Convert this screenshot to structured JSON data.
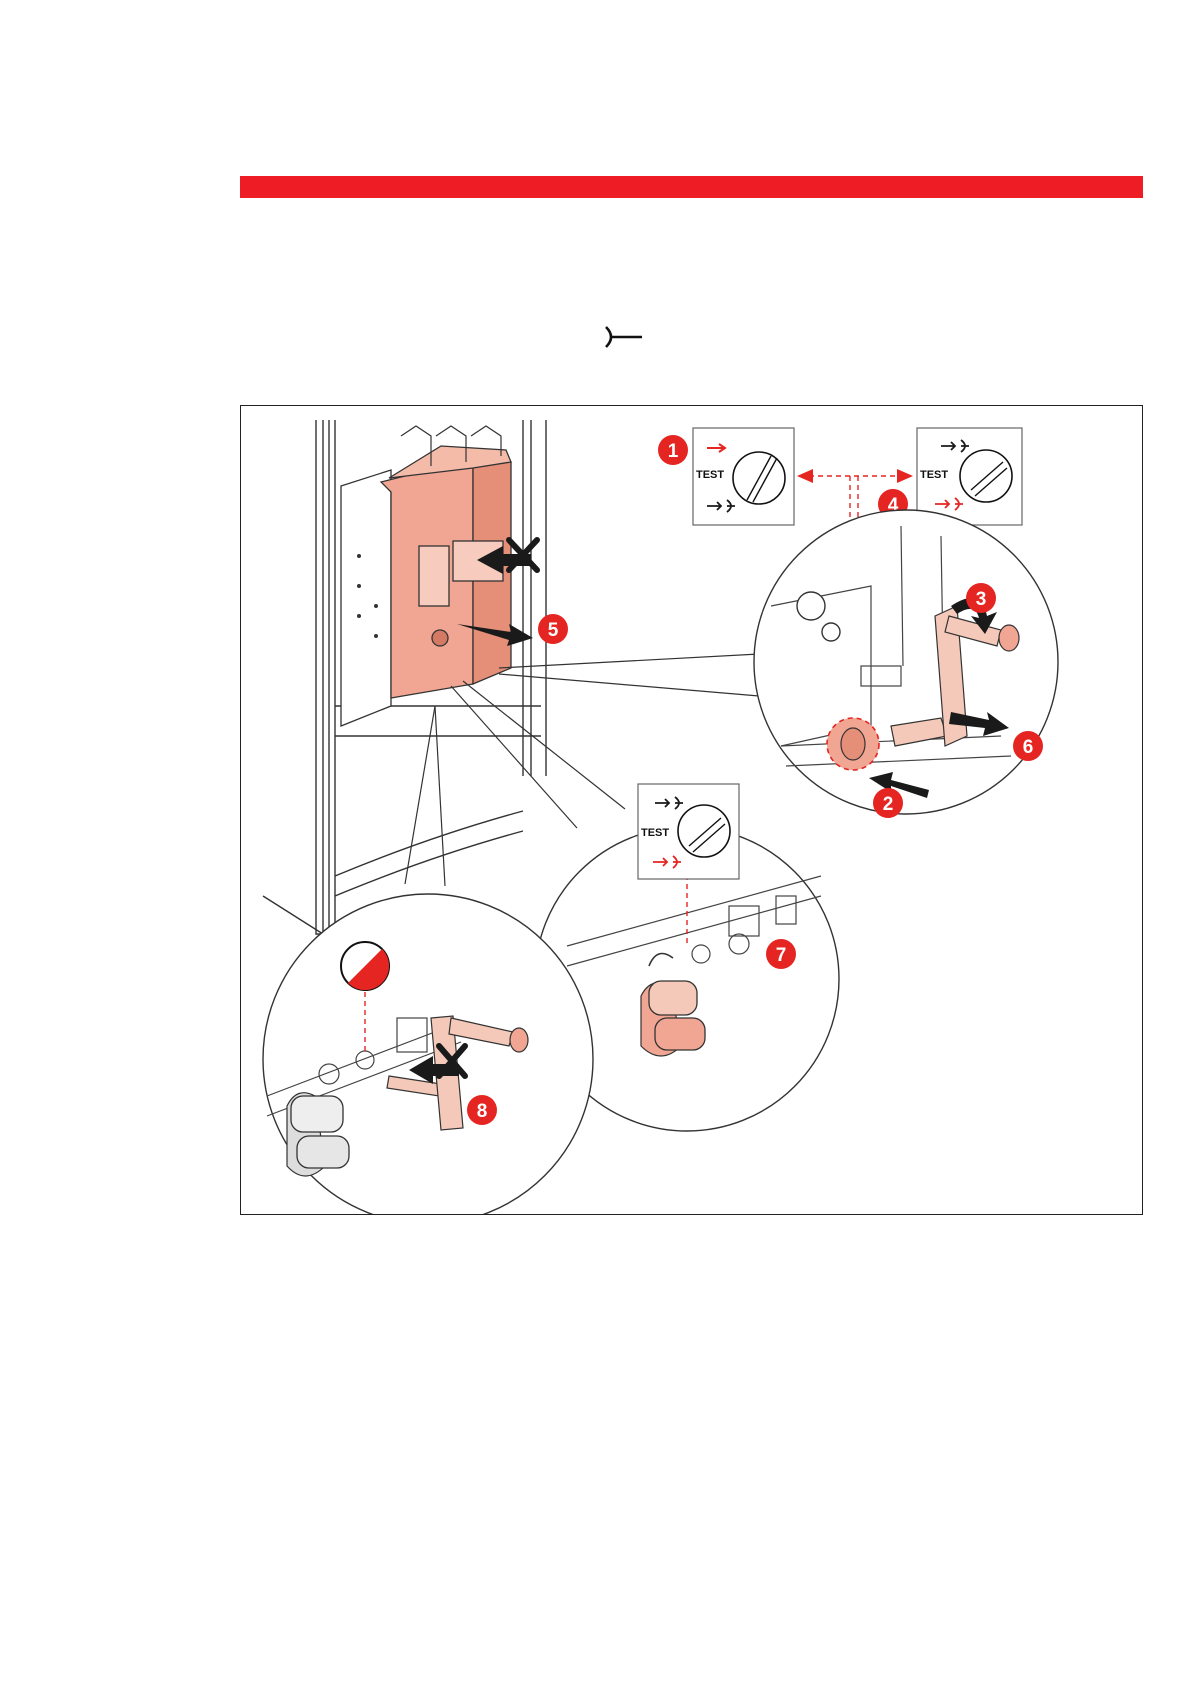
{
  "colors": {
    "accent_red": "#ee1c25",
    "device_salmon": "#f0a692",
    "dark": "#1a1a1a"
  },
  "header_bar": {
    "icon": "red-rule"
  },
  "symbol": {
    "icon": "withdrawn-position-icon"
  },
  "figure": {
    "position_label": "TEST",
    "steps": [
      "1",
      "2",
      "3",
      "4",
      "5",
      "6",
      "7",
      "8"
    ]
  }
}
